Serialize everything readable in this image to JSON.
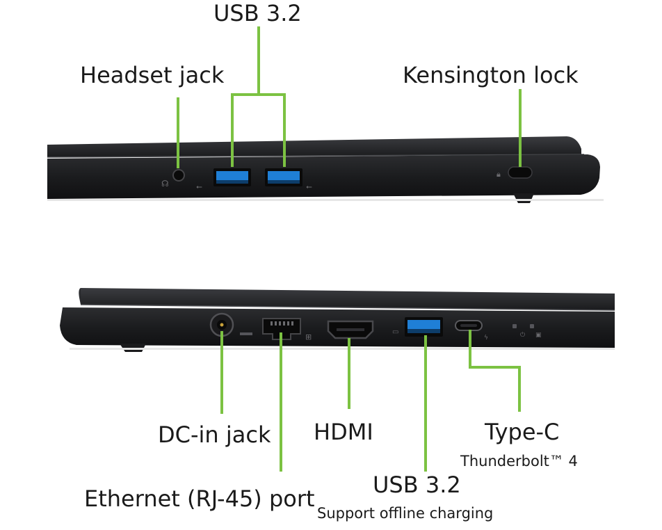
{
  "colors": {
    "leader": "#7cc242",
    "chassis": "#1d1e20",
    "chassis_dark": "#0e0e10",
    "chassis_light": "#3a3b3e",
    "usb_blue": "#1f7fd6",
    "port_dark": "#0a0a0a"
  },
  "left_side": {
    "usb": "USB 3.2",
    "headset": "Headset jack",
    "kensington": "Kensington lock"
  },
  "right_side": {
    "dc_in": "DC-in jack",
    "hdmi": "HDMI",
    "type_c": "Type-C",
    "type_c_sub": "Thunderbolt™ 4",
    "ethernet": "Ethernet (RJ-45) port",
    "usb": "USB 3.2",
    "usb_sub": "Support offline charging"
  }
}
